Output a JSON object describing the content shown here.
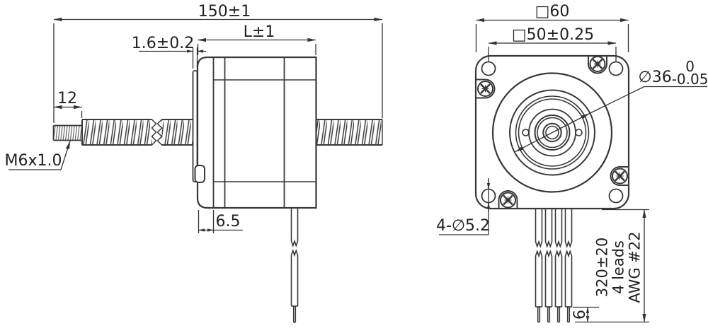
{
  "title": "Stepper motor linear actuator dimensional drawing",
  "colors": {
    "line": "#383838",
    "dim_line": "#333333",
    "text": "#222222",
    "background": "#ffffff"
  },
  "side_view": {
    "dim_overall": "150±1",
    "dim_body_length": "L±1",
    "dim_plate_thickness": "1.6±0.2",
    "dim_tip_thread_length": "12",
    "tip_thread_callout": "M6x1.0",
    "dim_front_offset": "6.5"
  },
  "front_view": {
    "dim_frame_size": "□60",
    "dim_hole_spacing": "□50±0.25",
    "pilot_diameter": "∅36",
    "pilot_tol_upper": "0",
    "pilot_tol_lower": "-0.05",
    "mounting_holes": "4-∅5.2",
    "lead_length": "320±20",
    "lead_count": "4 leads",
    "wire_gauge": "AWG #22",
    "dim_strip_length": "6"
  }
}
